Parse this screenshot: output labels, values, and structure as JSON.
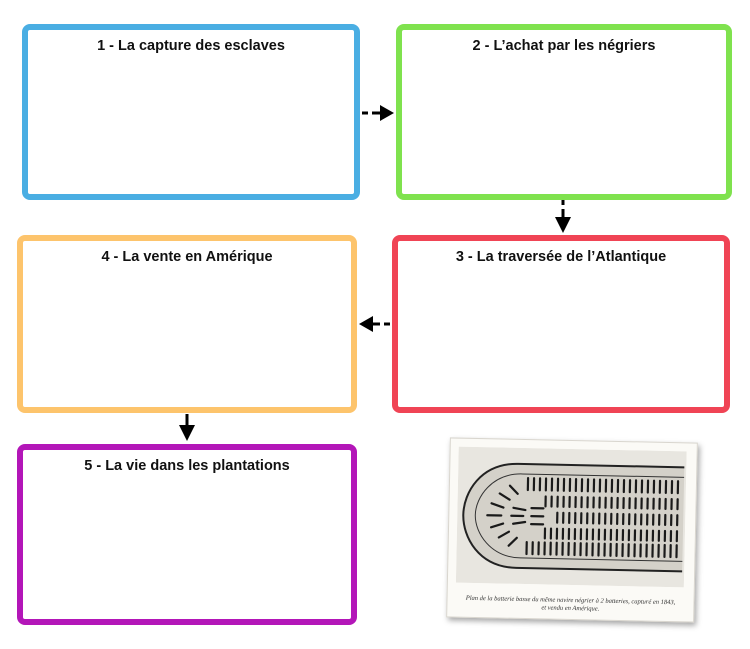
{
  "boxes": [
    {
      "title": "1 - La capture des esclaves",
      "color": "#4aaee3"
    },
    {
      "title": "2 - L’achat par les négriers",
      "color": "#7fe24e"
    },
    {
      "title": "3 - La traversée de l’Atlantique",
      "color": "#f04455"
    },
    {
      "title": "4 - La vente en Amérique",
      "color": "#fdc46c"
    },
    {
      "title": "5 - La vie dans les plantations",
      "color": "#b316b8"
    }
  ],
  "image": {
    "caption_line1": "Plan de la batterie basse du même navire négrier à 2 batteries, capturé en 1843,",
    "caption_line2": "et vendu en Amérique."
  }
}
